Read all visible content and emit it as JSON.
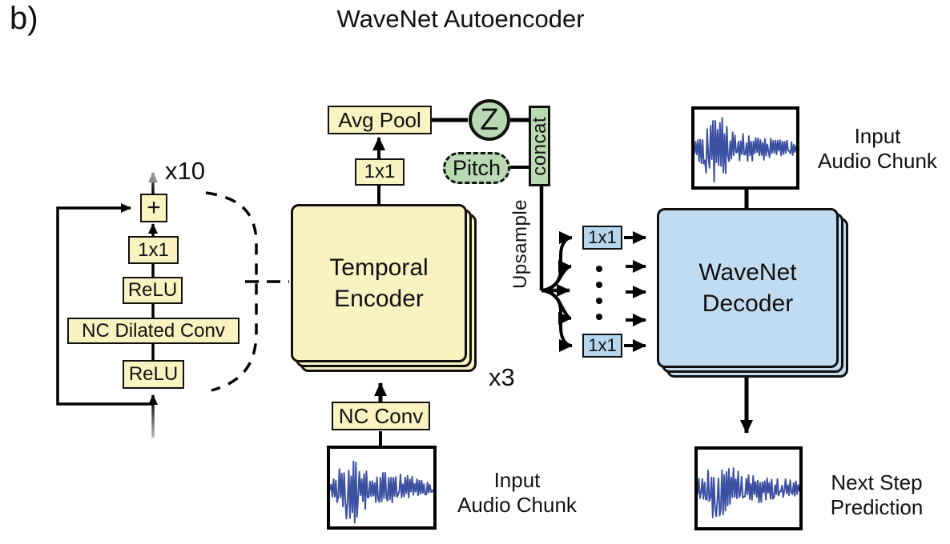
{
  "figure_label": "b)",
  "title": "WaveNet Autoencoder",
  "residual_block": {
    "repeat_label": "x10",
    "plus_label": "+",
    "conv1x1_label": "1x1",
    "relu_top_label": "ReLU",
    "dilated_conv_label": "NC Dilated Conv",
    "relu_bottom_label": "ReLU"
  },
  "encoder": {
    "avg_pool_label": "Avg Pool",
    "conv1x1_label": "1x1",
    "name_line1": "Temporal",
    "name_line2": "Encoder",
    "stack_label": "x3",
    "nc_conv_label": "NC Conv",
    "input_caption_line1": "Input",
    "input_caption_line2": "Audio Chunk"
  },
  "latent": {
    "z_label": "Z",
    "pitch_label": "Pitch",
    "concat_label": "concat",
    "upsample_label": "Upsample"
  },
  "decoder": {
    "conv1x1_top_label": "1x1",
    "conv1x1_bottom_label": "1x1",
    "name_line1": "WaveNet",
    "name_line2": "Decoder",
    "input_caption_line1": "Input",
    "input_caption_line2": "Audio Chunk",
    "output_caption_line1": "Next Step",
    "output_caption_line2": "Prediction"
  },
  "colors": {
    "yellow": "#f9f3c1",
    "blue_large": "#c1dbf1",
    "blue_small": "#b6d5ee",
    "green": "#b8d9b2",
    "waveform": "#3c50a2",
    "ink": "#111111"
  }
}
